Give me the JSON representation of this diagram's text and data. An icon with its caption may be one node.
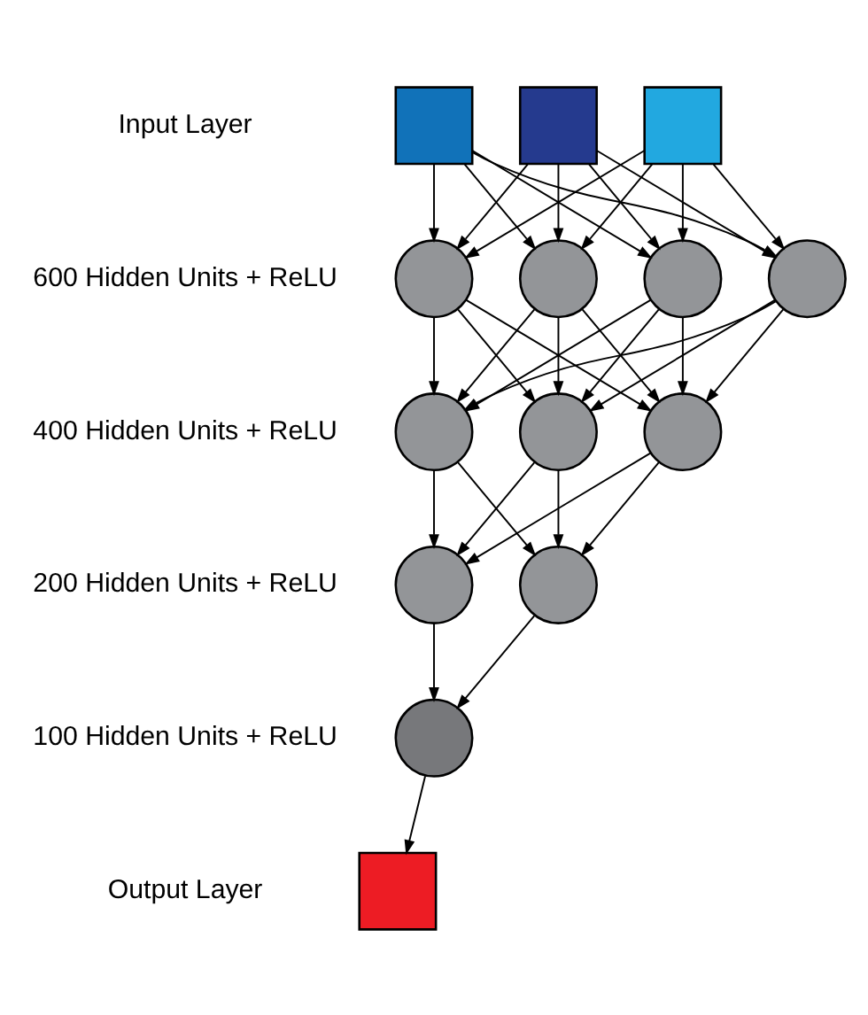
{
  "diagram": {
    "nodes": [
      {
        "text": [],
        "shape": "box"
      },
      {
        "text": [],
        "shape": "box"
      },
      {
        "text": [],
        "shape": "box"
      },
      {
        "text": [],
        "shape": "circle"
      },
      {
        "text": [],
        "shape": "circle"
      },
      {
        "text": [],
        "shape": "circle"
      },
      {
        "text": [],
        "shape": "circle"
      },
      {
        "text": [],
        "shape": "circle"
      },
      {
        "text": [],
        "shape": "circle"
      },
      {
        "text": [],
        "shape": "circle"
      },
      {
        "text": [],
        "shape": "circle"
      },
      {
        "text": [],
        "shape": "circle"
      },
      {
        "text": [],
        "shape": "circle"
      },
      {
        "text": [],
        "shape": "box"
      }
    ],
    "edges": [
      {
        "from": 0,
        "to": 3,
        "arrow": "to"
      },
      {
        "from": 0,
        "to": 4,
        "arrow": "to"
      },
      {
        "from": 0,
        "to": 5,
        "arrow": "to"
      },
      {
        "from": 0,
        "to": 6,
        "arrow": "to"
      },
      {
        "from": 1,
        "to": 3,
        "arrow": "to"
      },
      {
        "from": 1,
        "to": 4,
        "arrow": "to"
      },
      {
        "from": 1,
        "to": 5,
        "arrow": "to"
      },
      {
        "from": 1,
        "to": 6,
        "arrow": "to"
      },
      {
        "from": 2,
        "to": 3,
        "arrow": "to"
      },
      {
        "from": 2,
        "to": 4,
        "arrow": "to"
      },
      {
        "from": 2,
        "to": 5,
        "arrow": "to"
      },
      {
        "from": 2,
        "to": 6,
        "arrow": "to"
      },
      {
        "from": 3,
        "to": 7,
        "arrow": "to"
      },
      {
        "from": 3,
        "to": 8,
        "arrow": "to"
      },
      {
        "from": 3,
        "to": 9,
        "arrow": "to"
      },
      {
        "from": 4,
        "to": 7,
        "arrow": "to"
      },
      {
        "from": 4,
        "to": 8,
        "arrow": "to"
      },
      {
        "from": 4,
        "to": 9,
        "arrow": "to"
      },
      {
        "from": 5,
        "to": 7,
        "arrow": "to"
      },
      {
        "from": 5,
        "to": 8,
        "arrow": "to"
      },
      {
        "from": 5,
        "to": 9,
        "arrow": "to"
      },
      {
        "from": 6,
        "to": 7,
        "arrow": "to"
      },
      {
        "from": 6,
        "to": 8,
        "arrow": "to"
      },
      {
        "from": 6,
        "to": 9,
        "arrow": "to"
      },
      {
        "from": 7,
        "to": 10,
        "arrow": "to"
      },
      {
        "from": 7,
        "to": 11,
        "arrow": "to"
      },
      {
        "from": 8,
        "to": 10,
        "arrow": "to"
      },
      {
        "from": 8,
        "to": 11,
        "arrow": "to"
      },
      {
        "from": 9,
        "to": 10,
        "arrow": "to"
      },
      {
        "from": 9,
        "to": 11,
        "arrow": "to"
      },
      {
        "from": 10,
        "to": 12,
        "arrow": "to"
      },
      {
        "from": 11,
        "to": 12,
        "arrow": "to"
      },
      {
        "from": 12,
        "to": 13,
        "arrow": "to"
      }
    ],
    "labels": [
      "Input Layer",
      "600 Hidden Units + ReLU",
      "400 Hidden Units + ReLU",
      "200 Hidden Units + ReLU",
      "100 Hidden Units + ReLU",
      "Output Layer"
    ]
  }
}
